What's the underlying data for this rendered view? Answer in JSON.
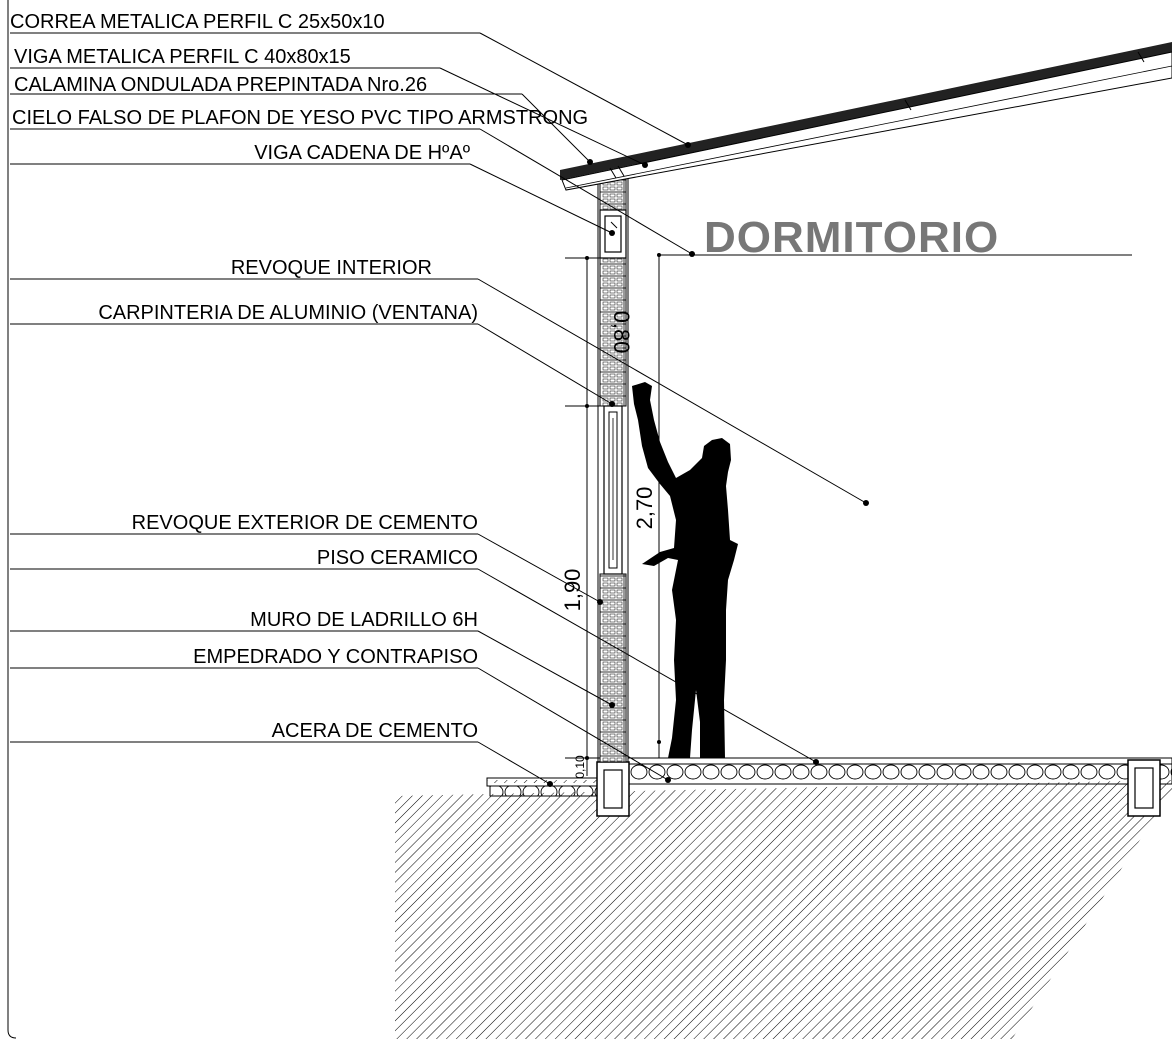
{
  "room_label": "DORMITORIO",
  "labels": {
    "correa": "CORREA METALICA PERFIL C 25x50x10",
    "viga_metalica": "VIGA METALICA PERFIL C 40x80x15",
    "calamina": "CALAMINA ONDULADA PREPINTADA Nro.26",
    "cielo_falso": "CIELO FALSO DE PLAFON DE YESO PVC TIPO ARMSTRONG",
    "viga_cadena": "VIGA CADENA DE HºAº",
    "revoque_interior": "REVOQUE INTERIOR",
    "carpinteria": "CARPINTERIA DE ALUMINIO (VENTANA)",
    "revoque_exterior": "REVOQUE EXTERIOR DE CEMENTO",
    "piso_ceramico": "PISO CERAMICO",
    "muro": "MURO DE LADRILLO 6H",
    "empedrado": "EMPEDRADO Y CONTRAPISO",
    "acera": "ACERA DE CEMENTO"
  },
  "dimensions": {
    "upper_wall": "0,80",
    "window_sill": "1,90",
    "floor_to_ceiling": "2,70",
    "sidewalk_step": "0,10"
  }
}
